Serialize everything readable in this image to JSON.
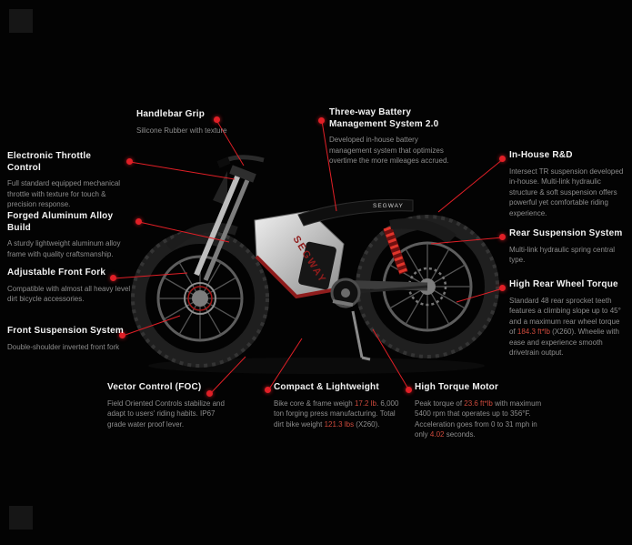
{
  "colors": {
    "accent": "#e01f26",
    "highlight": "#cf4a3c",
    "background": "#030303"
  },
  "bike": {
    "brand": "SEGWAY"
  },
  "callouts": {
    "handlebar_grip": {
      "title": "Handlebar Grip",
      "desc": "Silicone Rubber with texture"
    },
    "battery": {
      "title": "Three-way Battery Management System 2.0",
      "desc": "Developed in-house battery management system that optimizes overtime the more mileages accrued."
    },
    "inhouse_rd": {
      "title": "In-House R&D",
      "desc": "Intersect TR suspension developed in-house. Multi-link hydraulic structure & soft suspension offers powerful yet comfortable riding experience."
    },
    "throttle": {
      "title": "Electronic Throttle Control",
      "desc": "Full standard equipped mechanical throttle with texture for touch & precision response."
    },
    "alloy": {
      "title": "Forged Aluminum Alloy Build",
      "desc": "A sturdy lightweight aluminum alloy frame with quality craftsmanship."
    },
    "front_fork": {
      "title": "Adjustable Front Fork",
      "desc": "Compatible with almost all heavy level dirt bicycle accessories."
    },
    "front_suspension": {
      "title": "Front Suspension System",
      "desc": "Double-shoulder inverted front fork"
    },
    "rear_suspension": {
      "title": "Rear Suspension System",
      "desc": "Multi-link hydraulic spring central type."
    },
    "rear_torque": {
      "title": "High Rear Wheel Torque",
      "desc_parts": [
        "Standard 48 rear sprocket teeth features a climbing slope up to 45° and a maximum rear wheel torque of ",
        "184.3 ft*lb",
        " (X260). Wheelie with ease and experience smooth drivetrain output."
      ]
    },
    "foc": {
      "title": "Vector Control (FOC)",
      "desc": "Field Oriented Controls stabilize and adapt to users' riding habits. IP67 grade water proof lever."
    },
    "compact": {
      "title": "Compact & Lightweight",
      "desc_parts": [
        "Bike core & frame weigh ",
        "17.2 lb",
        ". 6,000 ton forging press manufacturing. Total dirt bike weight ",
        "121.3 lbs",
        " (X260)."
      ]
    },
    "motor": {
      "title": "High Torque Motor",
      "desc_parts": [
        "Peak torque of ",
        "23.6 ft*lb",
        " with maximum 5400 rpm that operates up to 356°F. Acceleration goes from 0 to 31 mph in only ",
        "4.02",
        " seconds."
      ]
    }
  }
}
